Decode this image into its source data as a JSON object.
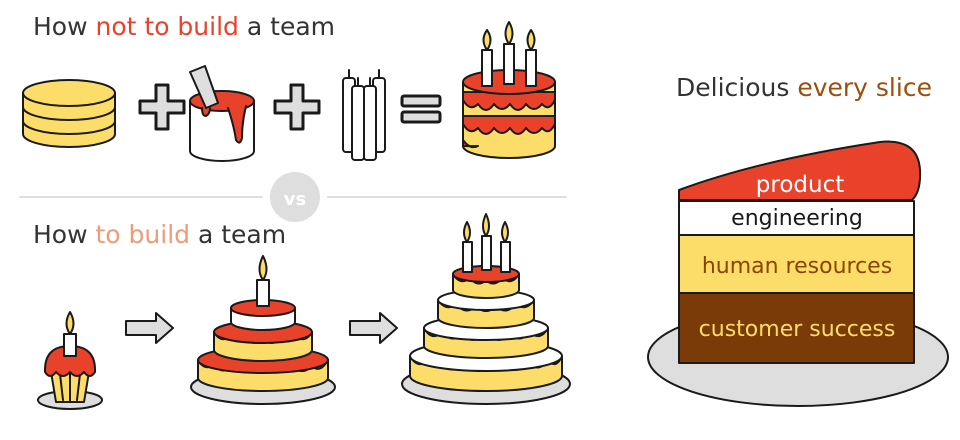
{
  "top_title": {
    "prefix": "How ",
    "highlight": "not to build",
    "suffix": " a team"
  },
  "bottom_title": {
    "prefix": "How ",
    "highlight": "to build",
    "suffix": " a team"
  },
  "divider": {
    "label": "vs"
  },
  "slice": {
    "title_prefix": "Delicious ",
    "title_highlight": "every slice",
    "layers": [
      "product",
      "engineering",
      "human resources",
      "customer success"
    ]
  },
  "colors": {
    "red": "#e8432a",
    "yellow": "#fddd6a",
    "brown": "#7a3b08",
    "salmon": "#f09a78",
    "gray": "#dedede",
    "outline": "#1a1a1a",
    "text": "#333333"
  }
}
